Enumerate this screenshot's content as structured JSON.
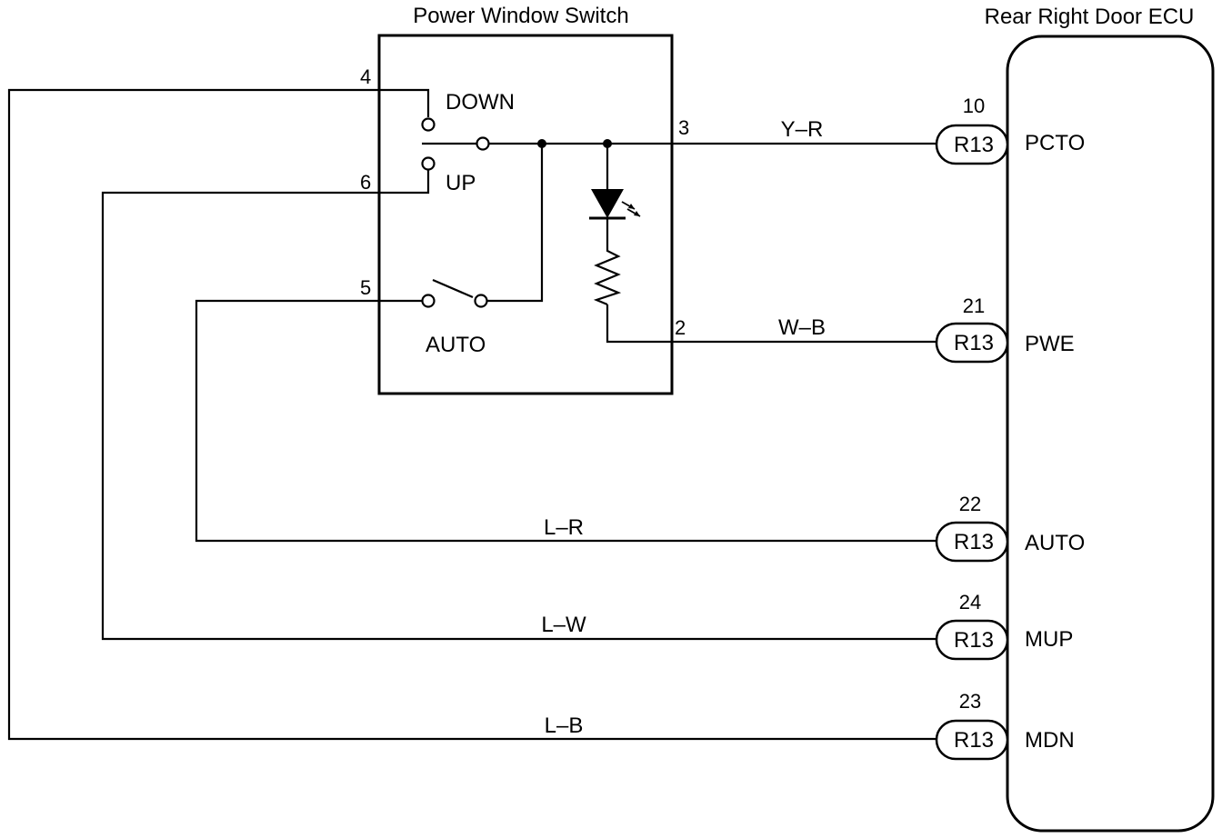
{
  "switch": {
    "title": "Power Window Switch",
    "pins": {
      "p4": "4",
      "p6": "6",
      "p5": "5",
      "p3": "3",
      "p2": "2"
    },
    "contacts": {
      "down": "DOWN",
      "up": "UP",
      "auto": "AUTO"
    }
  },
  "ecu": {
    "title": "Rear Right Door ECU",
    "terminals": [
      {
        "pin": "10",
        "connector": "R13",
        "signal": "PCTO",
        "wire": "Y–R"
      },
      {
        "pin": "21",
        "connector": "R13",
        "signal": "PWE",
        "wire": "W–B"
      },
      {
        "pin": "22",
        "connector": "R13",
        "signal": "AUTO",
        "wire": "L–R"
      },
      {
        "pin": "24",
        "connector": "R13",
        "signal": "MUP",
        "wire": "L–W"
      },
      {
        "pin": "23",
        "connector": "R13",
        "signal": "MDN",
        "wire": "L–B"
      }
    ]
  }
}
